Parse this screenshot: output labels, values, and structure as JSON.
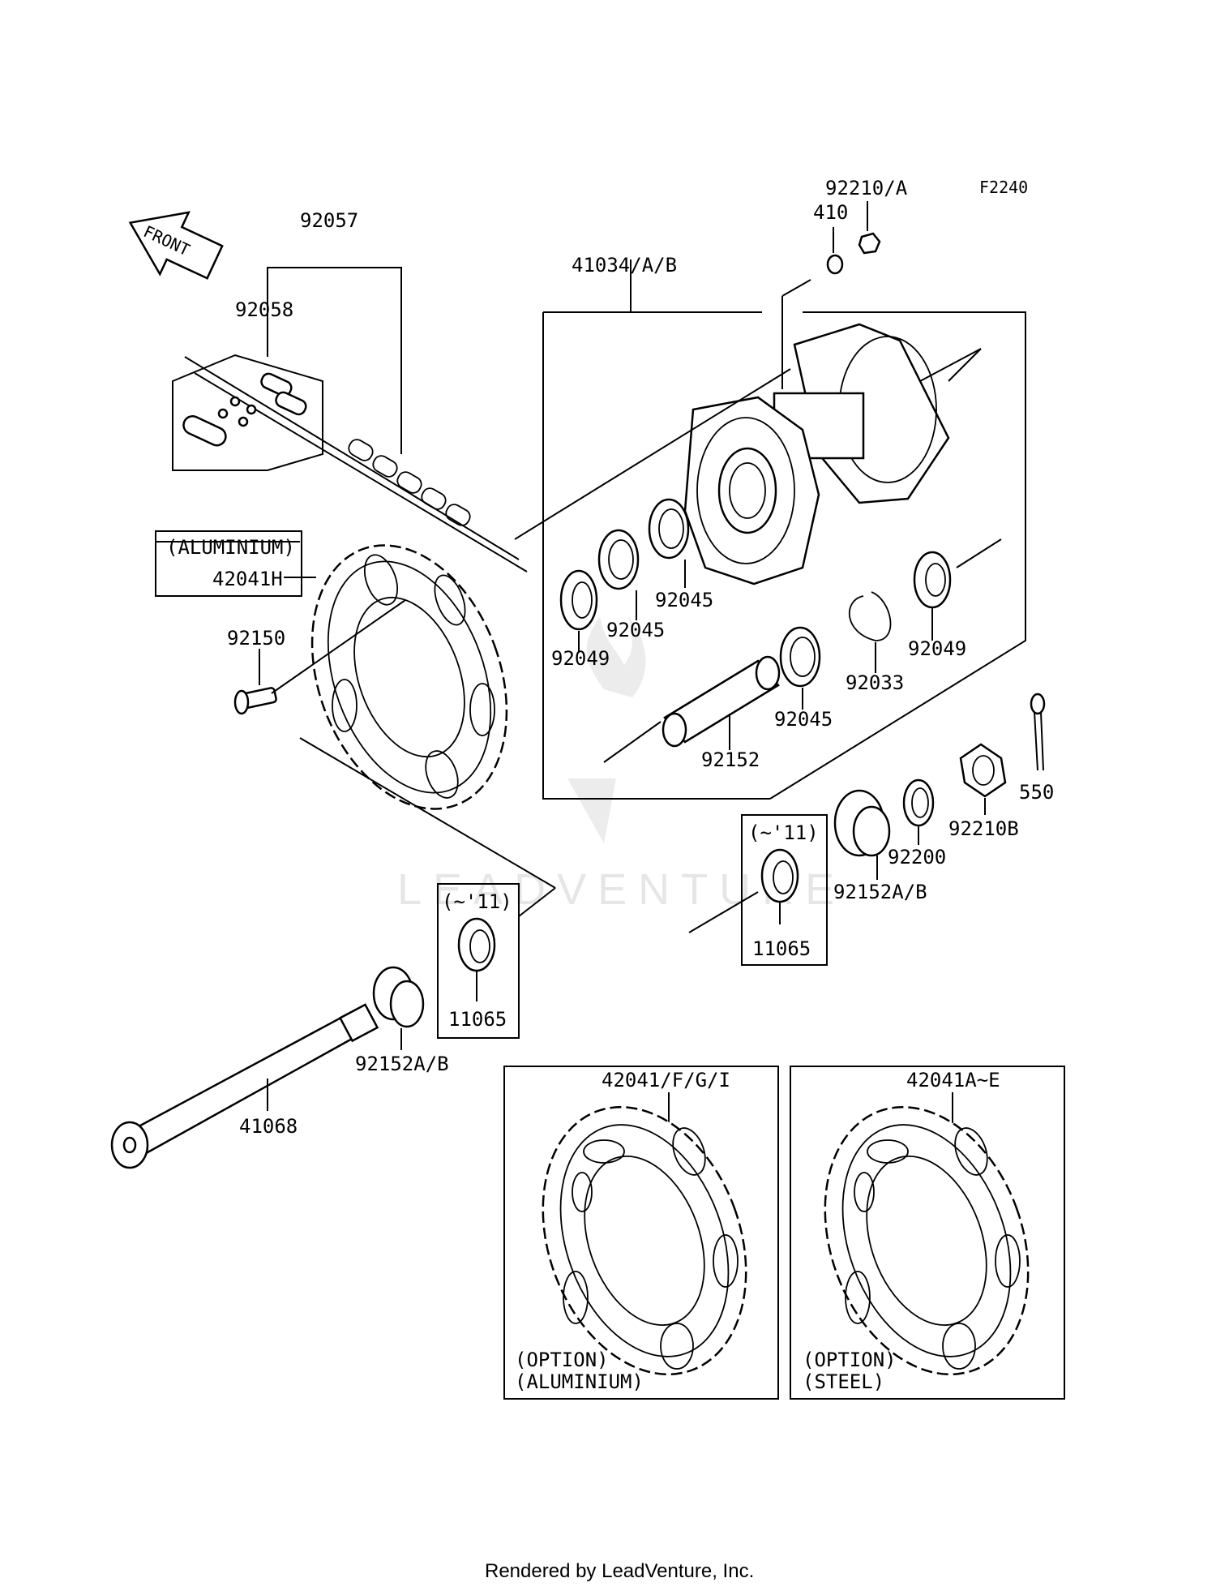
{
  "diagram_code": "F2240",
  "front_arrow": "FRONT",
  "labels": {
    "p92210a": "92210/A",
    "p410": "410",
    "p92057": "92057",
    "p92058": "92058",
    "p41034": "41034/A/B",
    "p_alu_note": "(ALUMINIUM)",
    "p42041h": "42041H",
    "p92150": "92150",
    "p92049a": "92049",
    "p92045a": "92045",
    "p92045b": "92045",
    "p92049b": "92049",
    "p92033": "92033",
    "p92045c": "92045",
    "p92152": "92152",
    "p550": "550",
    "p92210b": "92210B",
    "p92200": "92200",
    "p92152ab_r": "92152A/B",
    "p11065_r": "11065",
    "p11065_r_note": "(~'11)",
    "p11065_l": "11065",
    "p11065_l_note": "(~'11)",
    "p92152ab_l": "92152A/B",
    "p41068": "41068",
    "p42041fgi": "42041/F/G/I",
    "p42041ae": "42041A~E",
    "opt1_a": "(OPTION)",
    "opt1_b": "(ALUMINIUM)",
    "opt2_a": "(OPTION)",
    "opt2_b": "(STEEL)"
  },
  "watermark": "LEADVENTURE",
  "footer": "Rendered by LeadVenture, Inc."
}
